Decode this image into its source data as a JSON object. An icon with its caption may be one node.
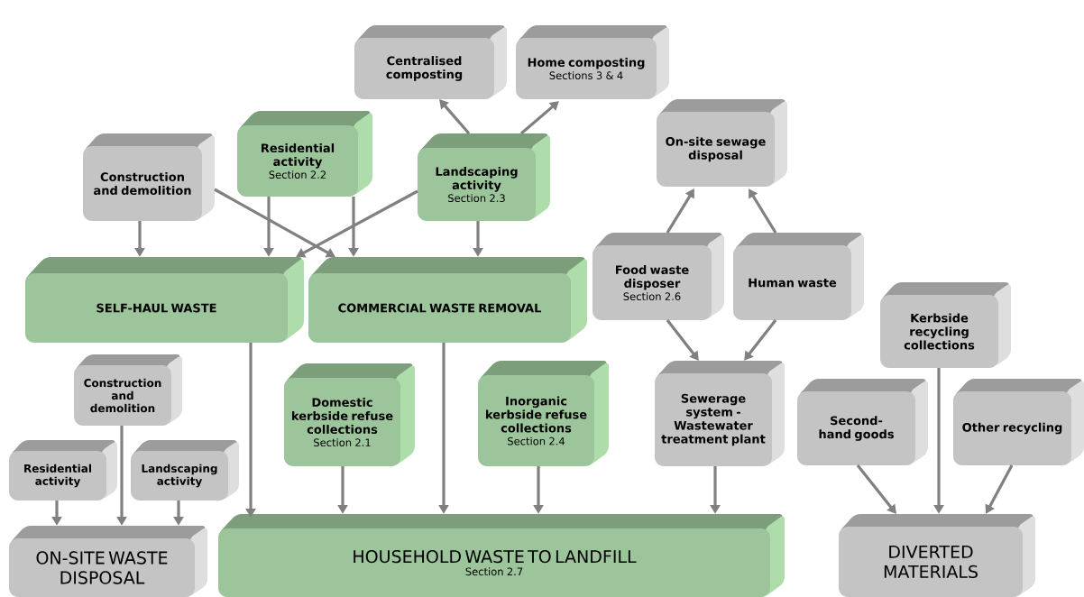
{
  "diagram": {
    "nodes": [
      {
        "text": [
          "Centralised composting"
        ]
      },
      {
        "text": [
          "Home composting",
          "Sections 3 & 4"
        ]
      },
      {
        "text": [
          "Construction and demolition"
        ]
      },
      {
        "text": [
          "Residential activity",
          "Section 2.2"
        ]
      },
      {
        "text": [
          "Landscaping activity",
          "Section 2.3"
        ]
      },
      {
        "text": [
          "On-site sewage disposal"
        ]
      },
      {
        "text": [
          "SELF-HAUL WASTE"
        ]
      },
      {
        "text": [
          "COMMERCIAL WASTE REMOVAL"
        ]
      },
      {
        "text": [
          "Food waste disposer",
          "Section 2.6"
        ]
      },
      {
        "text": [
          "Human waste"
        ]
      },
      {
        "text": [
          "Kerbside recycling collections"
        ]
      },
      {
        "text": [
          "Construction and demolition"
        ]
      },
      {
        "text": [
          "Residential activity"
        ]
      },
      {
        "text": [
          "Landscaping activity"
        ]
      },
      {
        "text": [
          "Domestic kerbside refuse collections",
          "Section 2.1"
        ]
      },
      {
        "text": [
          "Inorganic kerbside refuse collections",
          "Section 2.4"
        ]
      },
      {
        "text": [
          "Sewerage system - Wastewater treatment plant"
        ]
      },
      {
        "text": [
          "Second-hand goods"
        ]
      },
      {
        "text": [
          "Other recycling"
        ]
      },
      {
        "text": [
          "ON-SITE WASTE DISPOSAL"
        ]
      },
      {
        "text": [
          "HOUSEHOLD WASTE TO LANDFILL",
          "Section 2.7"
        ]
      },
      {
        "text": [
          "DIVERTED MATERIALS"
        ]
      }
    ],
    "edges": [
      {
        "from": 4,
        "to": 0,
        "arrow": "to"
      },
      {
        "from": 4,
        "to": 1,
        "arrow": "to"
      },
      {
        "from": 2,
        "to": 6,
        "arrow": "to"
      },
      {
        "from": 2,
        "to": 7,
        "arrow": "to"
      },
      {
        "from": 3,
        "to": 6,
        "arrow": "to"
      },
      {
        "from": 3,
        "to": 7,
        "arrow": "to"
      },
      {
        "from": 4,
        "to": 6,
        "arrow": "to"
      },
      {
        "from": 4,
        "to": 7,
        "arrow": "to"
      },
      {
        "from": 8,
        "to": 5,
        "arrow": "to"
      },
      {
        "from": 9,
        "to": 5,
        "arrow": "to"
      },
      {
        "from": 8,
        "to": 16,
        "arrow": "to"
      },
      {
        "from": 9,
        "to": 16,
        "arrow": "to"
      },
      {
        "from": 11,
        "to": 19,
        "arrow": "to"
      },
      {
        "from": 12,
        "to": 19,
        "arrow": "to"
      },
      {
        "from": 13,
        "to": 19,
        "arrow": "to"
      },
      {
        "from": 6,
        "to": 20,
        "arrow": "to"
      },
      {
        "from": 7,
        "to": 20,
        "arrow": "to"
      },
      {
        "from": 14,
        "to": 20,
        "arrow": "to"
      },
      {
        "from": 15,
        "to": 20,
        "arrow": "to"
      },
      {
        "from": 16,
        "to": 20,
        "arrow": "to"
      },
      {
        "from": 10,
        "to": 21,
        "arrow": "to"
      },
      {
        "from": 17,
        "to": 21,
        "arrow": "to"
      },
      {
        "from": 18,
        "to": 21,
        "arrow": "to"
      }
    ]
  }
}
